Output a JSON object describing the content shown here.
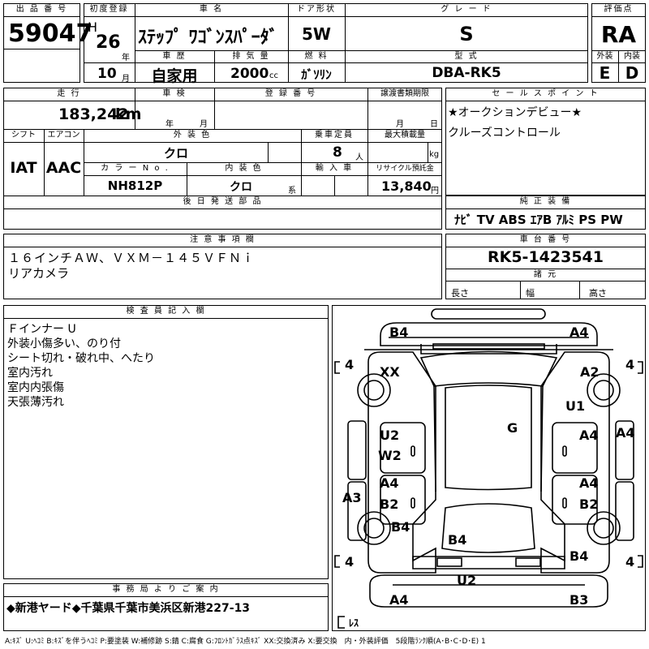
{
  "lot": {
    "header": "出 品 番 号",
    "value": "59047"
  },
  "first_reg": {
    "header": "初度登録",
    "era": "H",
    "year": "26",
    "year_unit": "年",
    "month": "10",
    "month_unit": "月"
  },
  "car_name": {
    "header": "車 名",
    "value": "ｽﾃｯﾌﾟ ﾜｺﾞﾝｽﾊﾟｰﾀﾞ"
  },
  "doors": {
    "header": "ドア形状",
    "value": "5W"
  },
  "grade": {
    "header": "グ レ ー ド",
    "value": "S"
  },
  "score": {
    "header": "評価点",
    "value": "RA"
  },
  "history": {
    "header": "車 歴",
    "value": "自家用"
  },
  "displacement": {
    "header": "排 気 量",
    "value": "2000",
    "unit": "cc"
  },
  "fuel": {
    "header": "燃 料",
    "value": "ｶﾞｿﾘﾝ"
  },
  "model": {
    "header": "型 式",
    "value": "DBA-RK5"
  },
  "ext_int": {
    "ext_header": "外装",
    "int_header": "内装",
    "ext": "E",
    "int": "D"
  },
  "mileage": {
    "header": "走 行",
    "value": "183,242",
    "unit": "km"
  },
  "inspection": {
    "header": "車 検",
    "year_unit": "年",
    "month_unit": "月"
  },
  "reg_number": {
    "header": "登 録 番 号"
  },
  "transfer": {
    "header": "譲渡書類期限",
    "month_unit": "月",
    "day_unit": "日"
  },
  "selling_points": {
    "header": "セ ー ル ス ポ イ ン ト",
    "lines": [
      "★オークションデビュー★",
      "クルーズコントロール"
    ]
  },
  "shift": {
    "header": "シフト",
    "value": "IAT"
  },
  "aircon": {
    "header": "エアコン",
    "value": "AAC"
  },
  "ext_color": {
    "header": "外 装 色",
    "value": "クロ"
  },
  "capacity": {
    "header": "乗車定員",
    "value": "8",
    "unit": "人"
  },
  "load": {
    "header": "最大積載量",
    "unit": "kg"
  },
  "color_no": {
    "header": "カ ラ ー N o .",
    "value": "NH812P"
  },
  "int_color": {
    "header": "内 装 色",
    "value": "クロ",
    "suffix": "系"
  },
  "import": {
    "header": "輸 入 車"
  },
  "recycle": {
    "header": "リサイクル預託金",
    "value": "13,840",
    "unit": "円"
  },
  "later_parts": {
    "header": "後 日 発 送 部 品"
  },
  "equipment": {
    "header": "純 正 装 備",
    "items": "ﾅﾋﾞ  TV  ABS ｴｱB ｱﾙﾐ PS PW"
  },
  "notes": {
    "header": "注 意 事 項 欄",
    "lines": [
      "１６インチＡＷ、ＶＸＭ－１４５ＶＦＮｉ",
      "リアカメラ"
    ]
  },
  "chassis": {
    "header": "車 台 番 号",
    "value": "RK5-1423541"
  },
  "dims": {
    "header": "諸 元",
    "length": "長さ",
    "width": "幅",
    "height": "高さ"
  },
  "inspector": {
    "header": "検 査 員 記 入 欄",
    "lines": [
      "Ｆインナー U",
      "外装小傷多い、のり付",
      "シート切れ・破れ中、へたり",
      "室内汚れ",
      "室内内張傷",
      "天張薄汚れ"
    ]
  },
  "office": {
    "header": "事 務 局 よ り ご 案 内",
    "value": "◆新港ヤード◆千葉県千葉市美浜区新港227-13"
  },
  "legend": "A:ｷｽﾞ U:ﾍｺﾐ B:ｷｽﾞを伴うﾍｺﾐ P:要塗装 W:補修跡 S:錆 C:腐食 G:ﾌﾛﾝﾄｶﾞﾗｽ点ｷｽﾞ XX:交換済み X:要交換　内・外装評価　5段階ﾗﾝｸ順(A･B･C･D･E) 1",
  "diagram": {
    "tire_fl": "4",
    "tire_fr": "4",
    "tire_rl": "4",
    "tire_rr": "4",
    "spare": "ﾚｽ",
    "marks": {
      "b4_top_left": "B4",
      "a4_top_right": "A4",
      "xx": "XX",
      "a2": "A2",
      "u1": "U1",
      "g": "G",
      "u2_left": "U2",
      "w2": "W2",
      "a4_right_door": "A4",
      "a4_far_right": "A4",
      "a4_left_rear": "A4",
      "b2_left": "B2",
      "a3": "A3",
      "a4_right_rear": "A4",
      "b2_right": "B2",
      "b4_left_lower": "B4",
      "b4_rear": "B4",
      "b4_right_lower": "B4",
      "u2_bottom": "U2",
      "a4_bottom_left": "A4",
      "b3_bottom_right": "B3"
    }
  }
}
